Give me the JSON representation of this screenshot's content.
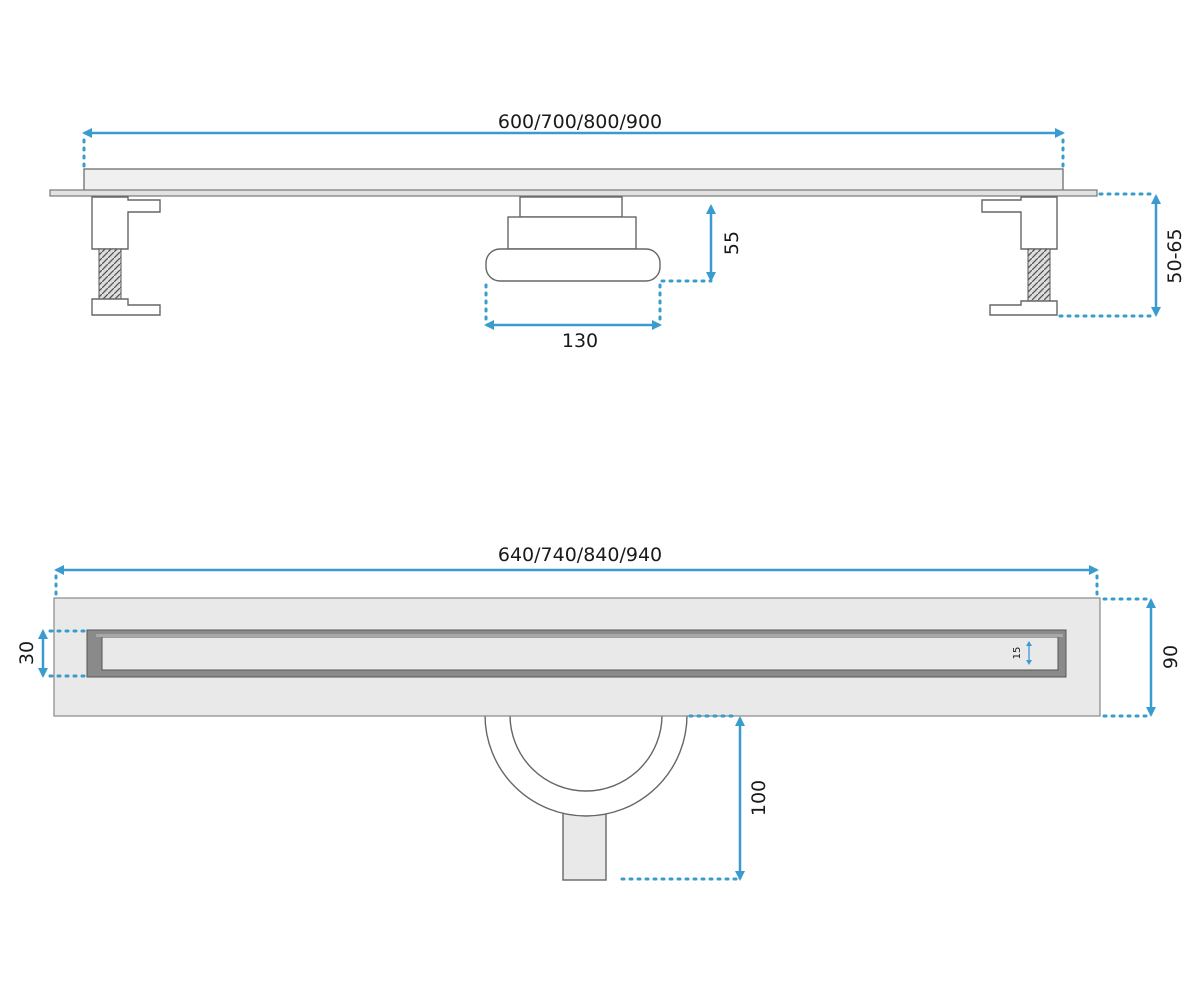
{
  "colors": {
    "dimension": "#3a9bcf",
    "outline": "#666666",
    "frame": "#8a8a8a",
    "surface": "#e9e9e9"
  },
  "side_view": {
    "length_label": "600/700/800/900",
    "outlet_height_label": "55",
    "outlet_width_label": "130",
    "adjustable_height_label": "50-65"
  },
  "top_view": {
    "length_label": "640/740/840/940",
    "slot_width_label": "30",
    "total_width_label": "90",
    "grate_gap_label": "15",
    "outlet_depth_label": "100"
  }
}
